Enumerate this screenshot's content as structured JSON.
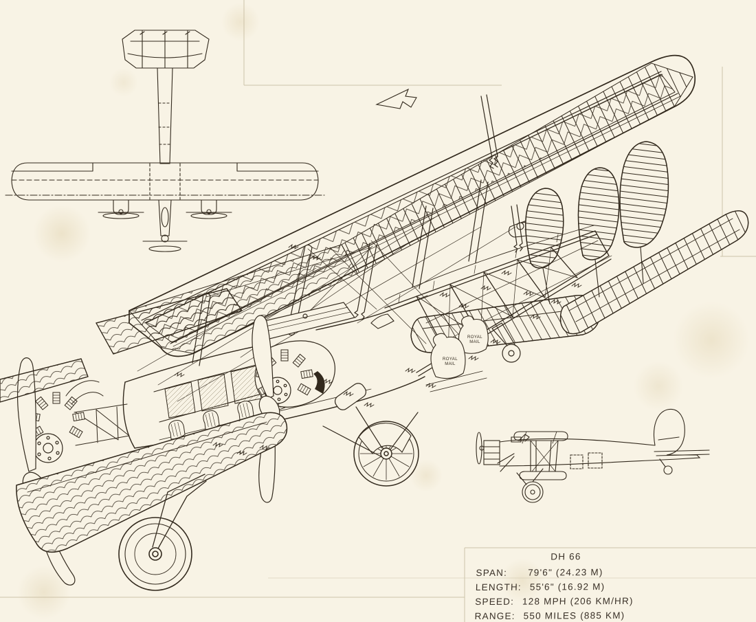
{
  "page": {
    "paper_color": "#f8f3e5",
    "ink_color": "#32291d",
    "pencil_color": "#c6bb9f"
  },
  "spec_block": {
    "heading": "DH 66",
    "rows": [
      {
        "label": "SPAN:",
        "value": "79'6\" (24.23 M)"
      },
      {
        "label": "LENGTH:",
        "value": "55'6\" (16.92 M)"
      },
      {
        "label": "SPEED:",
        "value": "128 MPH (206 KM/HR)"
      },
      {
        "label": "RANGE:",
        "value": "550 MILES (885 KM)"
      }
    ]
  },
  "cutaway": {
    "mail_bag_front": {
      "line1": "ROYAL",
      "line2": "MAIL"
    },
    "mail_bag_rear": {
      "line1": "ROYAL",
      "line2": "MAIL"
    }
  }
}
